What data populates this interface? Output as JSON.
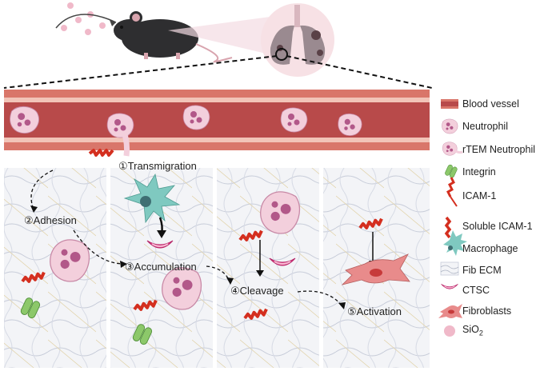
{
  "steps": {
    "s1": "①Transmigration",
    "s2": "②Adhesion",
    "s3": "③Accumulation",
    "s4": "④Cleavage",
    "s5": "⑤Activation"
  },
  "legend": {
    "blood_vessel": "Blood vessel",
    "neutrophil": "Neutrophil",
    "rtem_neutrophil": "rTEM Neutrophil",
    "integrin": "Integrin",
    "icam1": "ICAM-1",
    "soluble_icam1": "Soluble ICAM-1",
    "macrophage": "Macrophage",
    "fib_ecm": "Fib ECM",
    "ctsc": "CTSC",
    "fibroblasts": "Fibroblasts",
    "sio2_base": "SiO",
    "sio2_sub": "2"
  },
  "colors": {
    "vessel_outer": "#d9766a",
    "vessel_inner": "#b84a4a",
    "neutrophil_fill": "#f3cfdc",
    "nucleus": "#b25889",
    "icam": "#d42f1f",
    "integrin": "#8cc86a",
    "macrophage": "#7fc9c0",
    "ctsc": "#e2478a",
    "fibroblast": "#e88b8b",
    "panel_bg": "#f3f4f7"
  }
}
